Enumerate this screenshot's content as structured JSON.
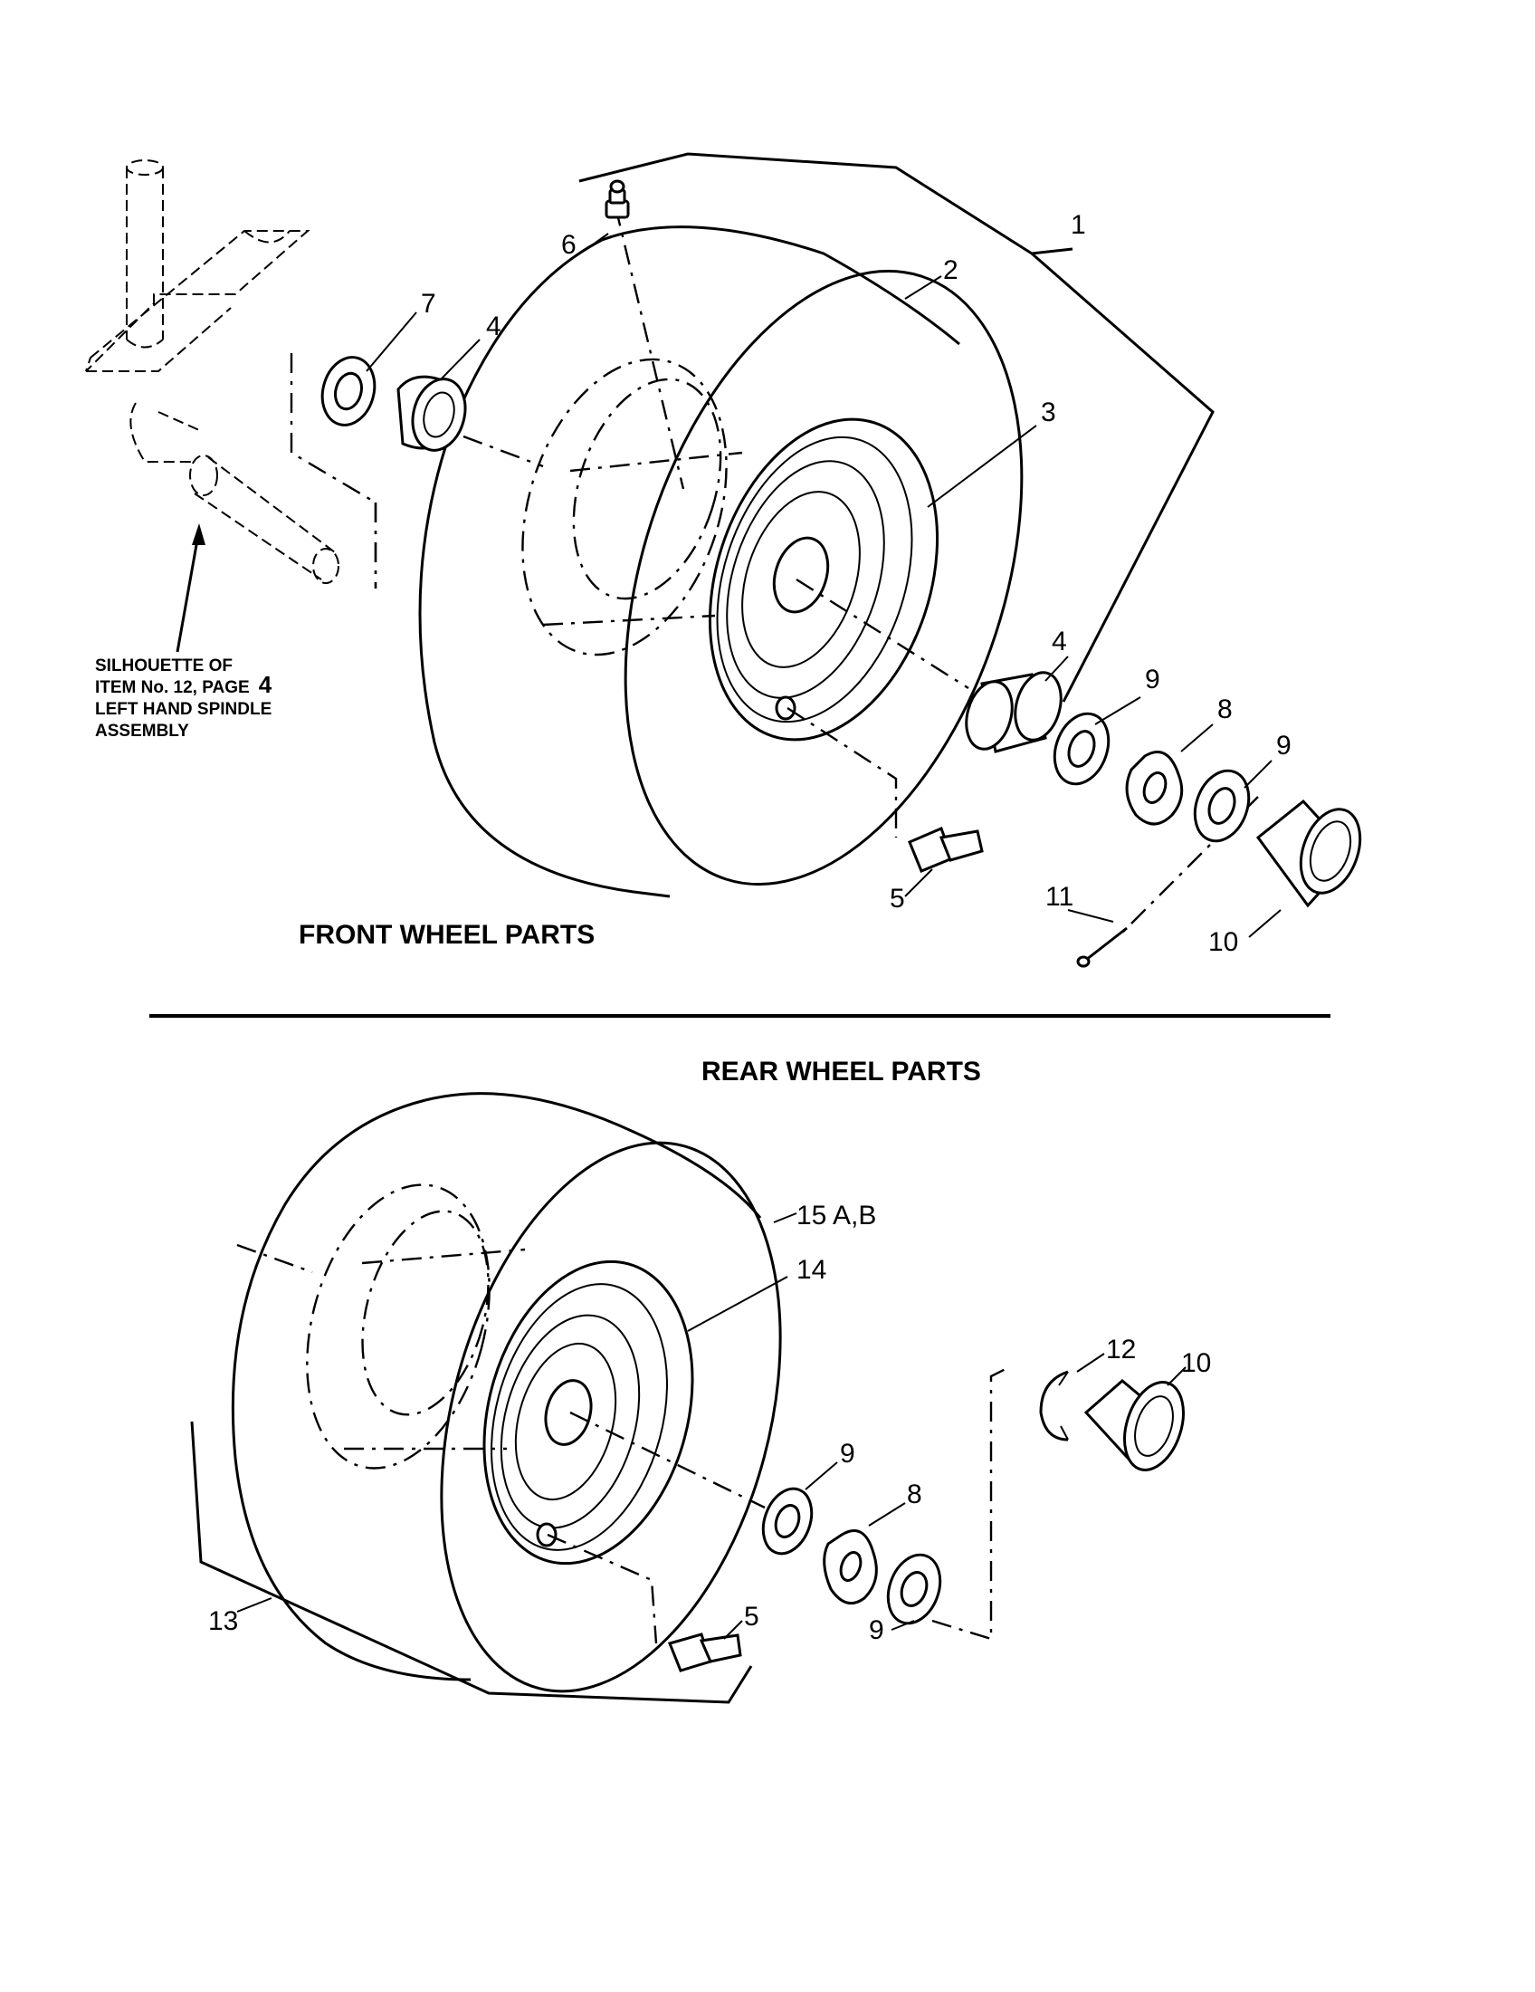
{
  "sections": {
    "front_title": "FRONT WHEEL PARTS",
    "rear_title": "REAR WHEEL PARTS"
  },
  "silhouette_note": {
    "line1": "SILHOUETTE OF",
    "line2_prefix": "ITEM No. 12, PAGE",
    "line2_page": "4",
    "line3": "LEFT HAND SPINDLE",
    "line4": "ASSEMBLY"
  },
  "front_callouts": {
    "c1": "1",
    "c2": "2",
    "c3": "3",
    "c4a": "4",
    "c4b": "4",
    "c5": "5",
    "c6": "6",
    "c7": "7",
    "c8": "8",
    "c9a": "9",
    "c9b": "9",
    "c10": "10",
    "c11": "11"
  },
  "rear_callouts": {
    "c5": "5",
    "c8": "8",
    "c9a": "9",
    "c9b": "9",
    "c10": "10",
    "c12": "12",
    "c13": "13",
    "c14": "14",
    "c15": "15 A,B"
  },
  "colors": {
    "ink": "#000000",
    "paper": "#ffffff"
  }
}
